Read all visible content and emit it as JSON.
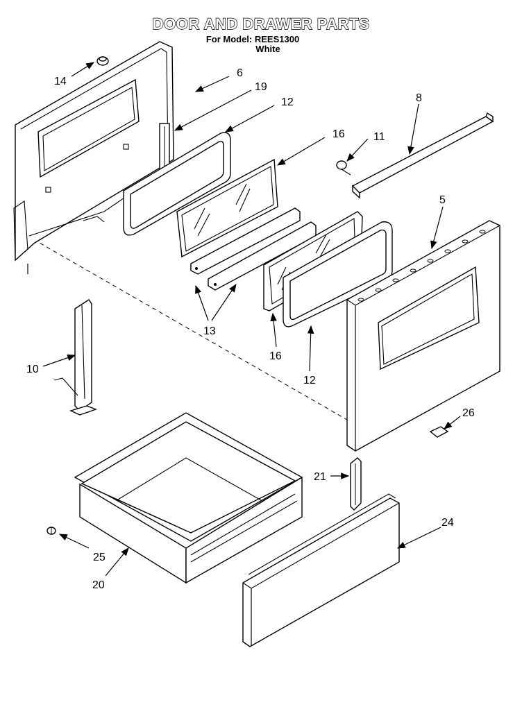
{
  "title": {
    "main": "DOOR AND DRAWER PARTS",
    "model_line": "For Model: REES1300",
    "color_line": "White"
  },
  "callouts": [
    {
      "id": "14",
      "text": "14"
    },
    {
      "id": "6",
      "text": "6"
    },
    {
      "id": "19",
      "text": "19"
    },
    {
      "id": "12a",
      "text": "12"
    },
    {
      "id": "16a",
      "text": "16"
    },
    {
      "id": "8",
      "text": "8"
    },
    {
      "id": "11",
      "text": "11"
    },
    {
      "id": "5",
      "text": "5"
    },
    {
      "id": "13",
      "text": "13"
    },
    {
      "id": "16b",
      "text": "16"
    },
    {
      "id": "12b",
      "text": "12"
    },
    {
      "id": "10",
      "text": "10"
    },
    {
      "id": "26",
      "text": "26"
    },
    {
      "id": "21",
      "text": "21"
    },
    {
      "id": "24",
      "text": "24"
    },
    {
      "id": "25",
      "text": "25"
    },
    {
      "id": "20",
      "text": "20"
    }
  ]
}
